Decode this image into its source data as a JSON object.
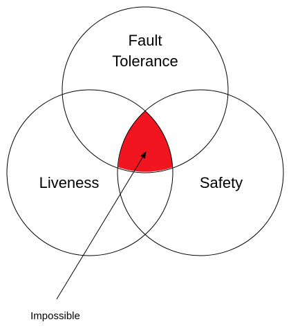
{
  "sets": {
    "fault_tolerance": {
      "label_lines": [
        "Fault",
        "Tolerance"
      ]
    },
    "liveness": {
      "label": "Liveness"
    },
    "safety": {
      "label": "Safety"
    }
  },
  "intersection": {
    "label": "Impossible",
    "fill_color": "#f0151f"
  },
  "colors": {
    "stroke": "#000000",
    "background": "#ffffff"
  }
}
